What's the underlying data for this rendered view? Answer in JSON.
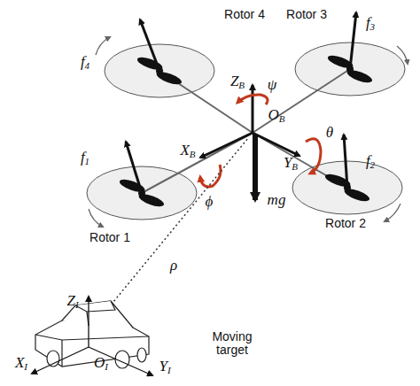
{
  "diagram": {
    "labels": [
      "Rotor 4",
      "Rotor 3",
      "f4",
      "f3",
      "f1",
      "f2",
      "ZB",
      "ψ",
      "OB",
      "θ",
      "XB",
      "YB",
      "ϕ",
      "mg",
      "Rotor 1",
      "Rotor 2",
      "ρ",
      "ZI",
      "Moving target",
      "OI",
      "XI",
      "YI"
    ]
  }
}
